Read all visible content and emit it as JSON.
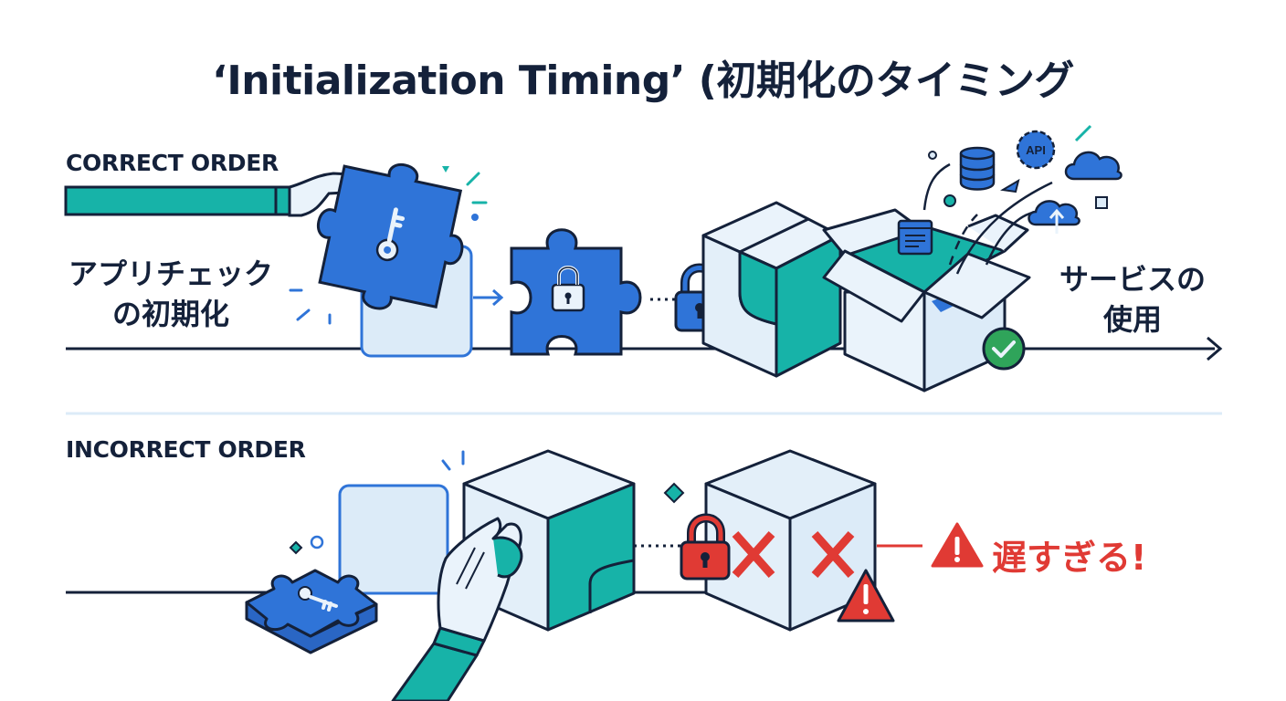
{
  "title": "‘Initialization Timing’ (初期化のタイミング",
  "colors": {
    "ink": "#14213a",
    "blue": "#2f74d8",
    "teal": "#17b3a8",
    "pale_blue": "#dcebf8",
    "red": "#e03a34",
    "green": "#2fa45a",
    "divider": "#dcebf8"
  },
  "correct": {
    "section_label": "CORRECT ORDER",
    "left_label_line1": "アプリチェック",
    "left_label_line2": "の初期化",
    "right_label_line1": "サービスの",
    "right_label_line2": "使用",
    "icons": [
      "hand-icon",
      "puzzle-key-icon",
      "puzzle-lock-icon",
      "padlock-icon",
      "closed-box-icon",
      "open-box-icon",
      "document-icon",
      "database-icon",
      "api-gear-icon",
      "cloud-icon",
      "cloud-upload-icon",
      "check-circle-icon"
    ]
  },
  "incorrect": {
    "section_label": "INCORRECT ORDER",
    "warning_text": "遅すぎる!",
    "icons": [
      "puzzle-key-icon",
      "empty-slot-icon",
      "hand-icon",
      "cube-icon",
      "red-padlock-icon",
      "x-mark-icon",
      "warning-triangle-icon"
    ]
  }
}
